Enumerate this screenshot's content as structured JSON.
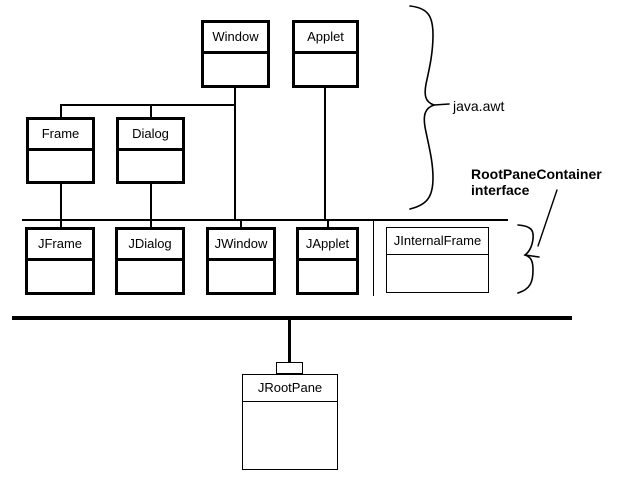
{
  "diagram": {
    "title": "Java AWT and Swing window class hierarchy",
    "ink_color": "#000000",
    "background": "#ffffff",
    "classes": [
      {
        "id": "window",
        "name": "Window"
      },
      {
        "id": "applet",
        "name": "Applet"
      },
      {
        "id": "frame",
        "name": "Frame"
      },
      {
        "id": "dialog",
        "name": "Dialog"
      },
      {
        "id": "jframe",
        "name": "JFrame"
      },
      {
        "id": "jdialog",
        "name": "JDialog"
      },
      {
        "id": "jwindow",
        "name": "JWindow"
      },
      {
        "id": "japplet",
        "name": "JApplet"
      },
      {
        "id": "jinternalframe",
        "name": "JInternalFrame"
      },
      {
        "id": "jrootpane",
        "name": "JRootPane"
      }
    ],
    "annotations": [
      {
        "id": "java-awt-label",
        "text": "java.awt",
        "bold": false
      },
      {
        "id": "rootpanecontainer-label",
        "text": "RootPaneContainer",
        "bold": true
      },
      {
        "id": "interface-label",
        "text": "interface",
        "bold": true
      }
    ]
  }
}
